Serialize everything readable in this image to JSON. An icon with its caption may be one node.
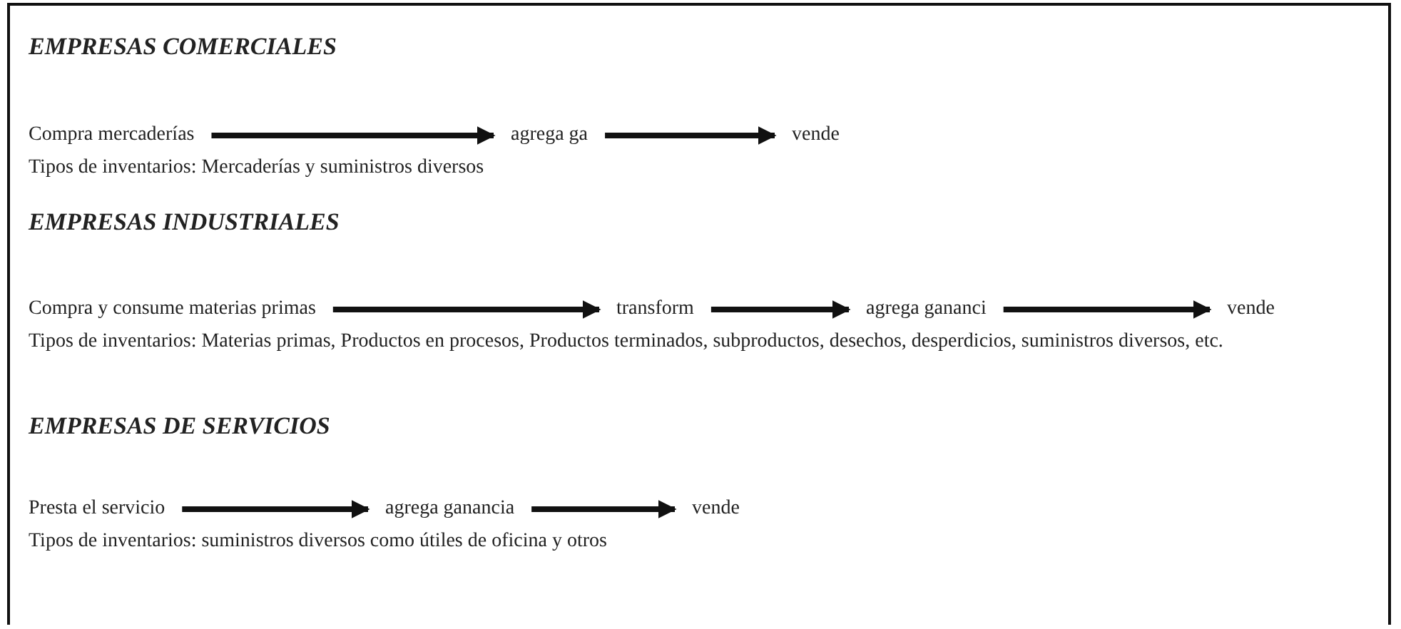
{
  "diagram": {
    "nodes": [
      {
        "text": [
          "Compra mercaderías"
        ]
      },
      {
        "text": [
          "agrega ga"
        ]
      },
      {
        "text": [
          "vende"
        ]
      },
      {
        "text": [
          "Compra y consume materias primas"
        ]
      },
      {
        "text": [
          "transform"
        ]
      },
      {
        "text": [
          "agrega gananci"
        ]
      },
      {
        "text": [
          "vende"
        ]
      },
      {
        "text": [
          "Presta el servicio"
        ]
      },
      {
        "text": [
          "agrega ganancia"
        ]
      },
      {
        "text": [
          "vende"
        ]
      }
    ],
    "edges": [
      {
        "from": 0,
        "to": 1,
        "arrow": "to"
      },
      {
        "from": 1,
        "to": 2,
        "arrow": "to"
      },
      {
        "from": 3,
        "to": 4,
        "arrow": "to"
      },
      {
        "from": 4,
        "to": 5,
        "arrow": "to"
      },
      {
        "from": 5,
        "to": 6,
        "arrow": "to"
      },
      {
        "from": 7,
        "to": 8,
        "arrow": "to"
      },
      {
        "from": 8,
        "to": 9,
        "arrow": "to"
      }
    ],
    "labels": [
      "EMPRESAS COMERCIALES",
      "Tipos de inventarios: Mercaderías y suministros diversos",
      "EMPRESAS INDUSTRIALES",
      "Tipos de inventarios: Materias primas, Productos en procesos, Productos terminados, subproductos, desechos, desperdicios, suministros diversos, etc.",
      "EMPRESAS DE SERVICIOS",
      "Tipos de inventarios: suministros diversos como útiles de oficina y otros"
    ]
  }
}
